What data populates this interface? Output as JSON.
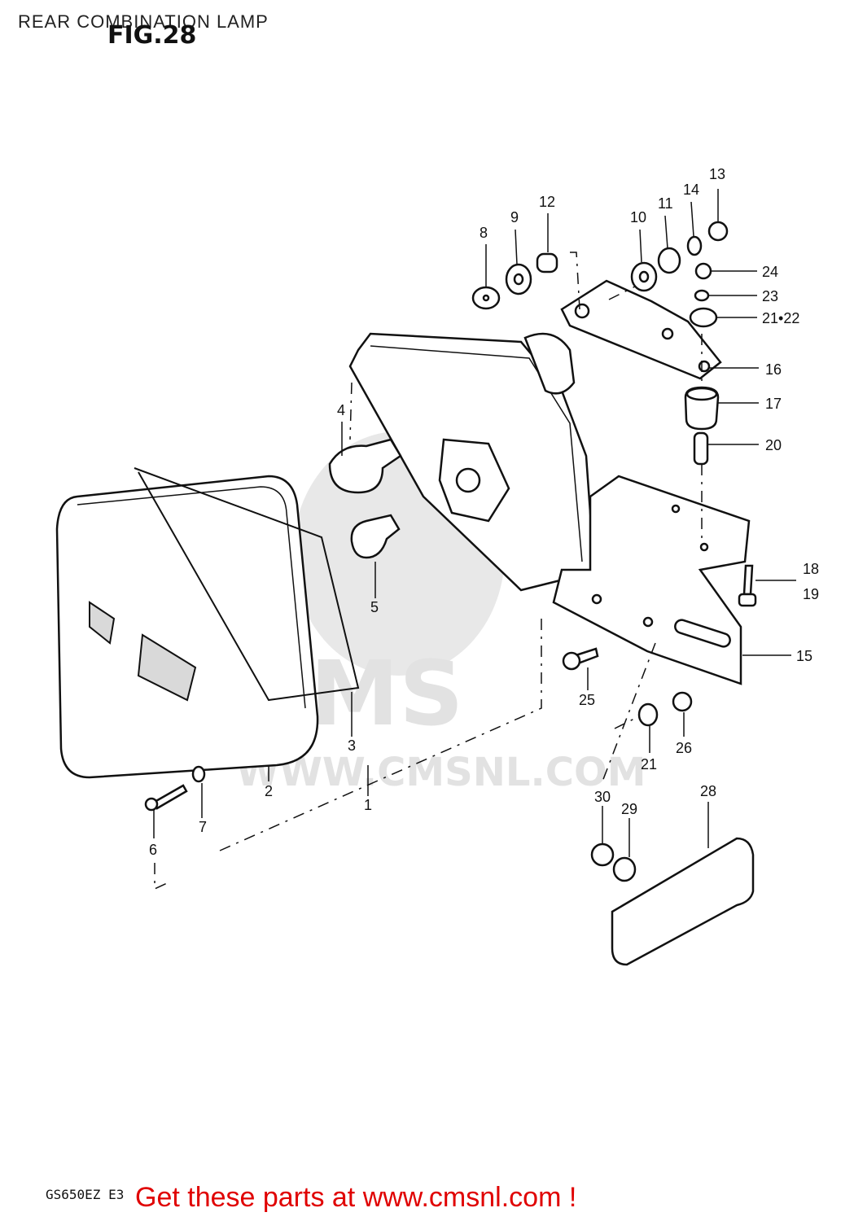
{
  "page_title": "REAR COMBINATION LAMP",
  "fig_label": "FIG.28",
  "model_code": "GS650EZ E3",
  "promo_link": "Get these parts at www.cmsnl.com !",
  "watermark": {
    "brand": "CMS",
    "url": "WWW.CMSNL.COM"
  },
  "callouts": {
    "c1": "1",
    "c2": "2",
    "c3": "3",
    "c4": "4",
    "c5": "5",
    "c6": "6",
    "c7": "7",
    "c8": "8",
    "c9": "9",
    "c10": "10",
    "c11": "11",
    "c12": "12",
    "c13": "13",
    "c14": "14",
    "c15": "15",
    "c16": "16",
    "c17": "17",
    "c18": "18",
    "c19": "19",
    "c20": "20",
    "c21": "21",
    "c21_22": "21•22",
    "c23": "23",
    "c24": "24",
    "c25": "25",
    "c26": "26",
    "c28": "28",
    "c29": "29",
    "c30": "30"
  },
  "colors": {
    "link": "#e00000",
    "ink": "#111111",
    "watermark": "#e2e2e2"
  }
}
